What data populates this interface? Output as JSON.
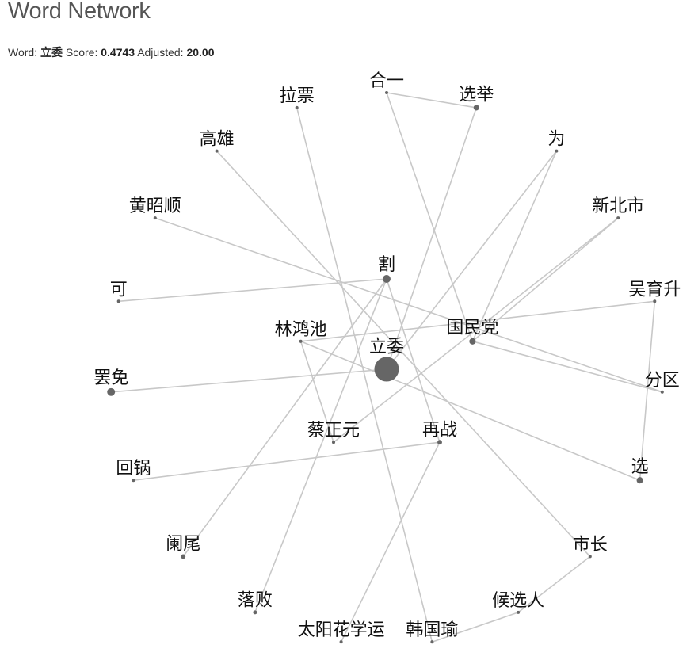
{
  "page": {
    "title": "Word Network"
  },
  "info": {
    "word_label": "Word:",
    "word": "立委",
    "score_label": "Score:",
    "score": "0.4743",
    "adjusted_label": "Adjusted:",
    "adjusted": "20.00"
  },
  "colors": {
    "node": "#666666",
    "edge": "#c8c8c8",
    "label": "#111111",
    "title": "#555555"
  },
  "network": {
    "center": {
      "label": "立委",
      "weight": 1.0
    },
    "inner": [
      {
        "label": "割",
        "weight": 0.32
      },
      {
        "label": "国民党",
        "weight": 0.26
      },
      {
        "label": "再战",
        "weight": 0.19
      },
      {
        "label": "蔡正元",
        "weight": 0.13
      },
      {
        "label": "林鸿池",
        "weight": 0.13
      }
    ],
    "outer": [
      {
        "label": "合一",
        "weight": 0.13
      },
      {
        "label": "选举",
        "weight": 0.23
      },
      {
        "label": "为",
        "weight": 0.13
      },
      {
        "label": "新北市",
        "weight": 0.13
      },
      {
        "label": "吴育升",
        "weight": 0.13
      },
      {
        "label": "分区",
        "weight": 0.13
      },
      {
        "label": "选",
        "weight": 0.26
      },
      {
        "label": "市长",
        "weight": 0.13
      },
      {
        "label": "候选人",
        "weight": 0.13
      },
      {
        "label": "韩国瑜",
        "weight": 0.13
      },
      {
        "label": "太阳花学运",
        "weight": 0.13
      },
      {
        "label": "落败",
        "weight": 0.16
      },
      {
        "label": "阑尾",
        "weight": 0.19
      },
      {
        "label": "回锅",
        "weight": 0.13
      },
      {
        "label": "罢免",
        "weight": 0.32
      },
      {
        "label": "可",
        "weight": 0.13
      },
      {
        "label": "黄昭顺",
        "weight": 0.13
      },
      {
        "label": "高雄",
        "weight": 0.13
      },
      {
        "label": "拉票",
        "weight": 0.13
      }
    ],
    "edges": [
      [
        6,
        7
      ],
      [
        6,
        2
      ],
      [
        7,
        0
      ],
      [
        24,
        15
      ],
      [
        23,
        13
      ],
      [
        8,
        0
      ],
      [
        8,
        2
      ],
      [
        9,
        2
      ],
      [
        9,
        4
      ],
      [
        22,
        11
      ],
      [
        10,
        5
      ],
      [
        10,
        12
      ],
      [
        2,
        11
      ],
      [
        21,
        1
      ],
      [
        5,
        4
      ],
      [
        5,
        12
      ],
      [
        20,
        0
      ],
      [
        1,
        18
      ],
      [
        1,
        17
      ],
      [
        1,
        3
      ],
      [
        19,
        3
      ],
      [
        3,
        16
      ],
      [
        15,
        14
      ],
      [
        14,
        13
      ]
    ]
  }
}
